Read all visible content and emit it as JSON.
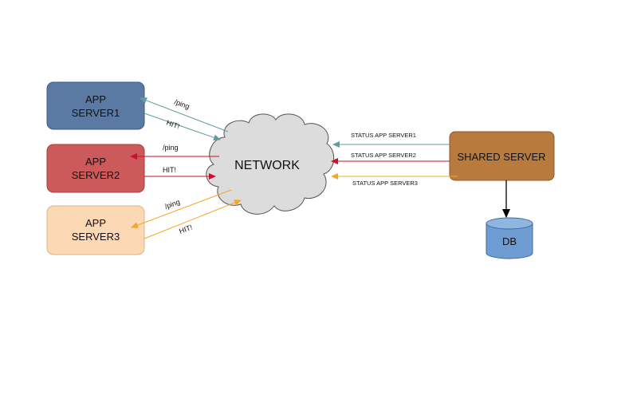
{
  "nodes": {
    "app1": {
      "line1": "APP",
      "line2": "SERVER1",
      "color": "#5b7aa3"
    },
    "app2": {
      "line1": "APP",
      "line2": "SERVER2",
      "color": "#cd5a5a"
    },
    "app3": {
      "line1": "APP",
      "line2": "SERVER3",
      "color": "#fdd8b4"
    },
    "network": {
      "label": "NETWORK",
      "color": "#dcdcdc"
    },
    "shared": {
      "label": "SHARED SERVER",
      "color": "#b97a3e"
    },
    "db": {
      "label": "DB",
      "color": "#6f9cd2"
    }
  },
  "edges": {
    "app1_ping": "/ping",
    "app1_hit": "HIT!",
    "app2_ping": "/ping",
    "app2_hit": "HIT!",
    "app3_ping": "/ping",
    "app3_hit": "HIT!",
    "status1": "STATUS APP SERVER1",
    "status2": "STATUS APP SERVER2",
    "status3": "STATUS APP SERVER3"
  },
  "edge_colors": {
    "server1": "#5f9ea0",
    "server2": "#c8102e",
    "server3": "#f5a623",
    "db": "#000000"
  }
}
